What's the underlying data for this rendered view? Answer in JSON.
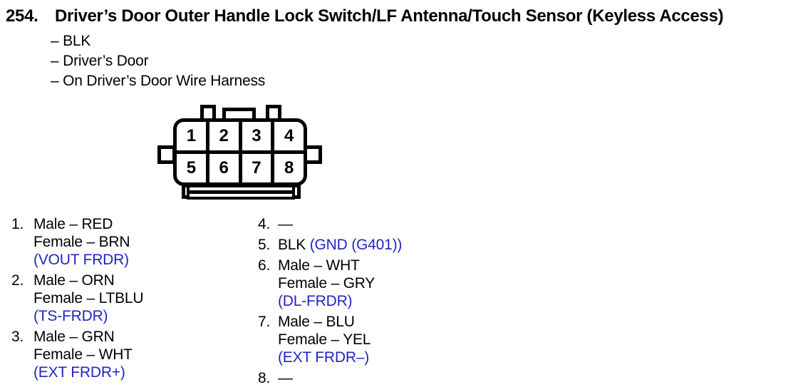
{
  "document": {
    "item_number": "254.",
    "title": "Driver’s Door Outer Handle Lock Switch/LF Antenna/Touch Sensor (Keyless Access)",
    "bullets": [
      "– BLK",
      "– Driver’s Door",
      "– On Driver’s Door Wire Harness"
    ]
  },
  "connector": {
    "description": "8-pin connector, 2 rows of 4 cavities",
    "pins": [
      "1",
      "2",
      "3",
      "4",
      "5",
      "6",
      "7",
      "8"
    ]
  },
  "pin_descriptions": {
    "left_column": [
      {
        "num": "1.",
        "lines": [
          [
            {
              "text": "Male – RED",
              "color": "black"
            }
          ],
          [
            {
              "text": "Female – BRN",
              "color": "black"
            }
          ],
          [
            {
              "text": "(VOUT FRDR)",
              "color": "blue"
            }
          ]
        ]
      },
      {
        "num": "2.",
        "lines": [
          [
            {
              "text": "Male – ORN",
              "color": "black"
            }
          ],
          [
            {
              "text": "Female – LTBLU",
              "color": "black"
            }
          ],
          [
            {
              "text": "(TS-FRDR)",
              "color": "blue"
            }
          ]
        ]
      },
      {
        "num": "3.",
        "lines": [
          [
            {
              "text": "Male – GRN",
              "color": "black"
            }
          ],
          [
            {
              "text": "Female – WHT",
              "color": "black"
            }
          ],
          [
            {
              "text": "(EXT FRDR+)",
              "color": "blue"
            }
          ]
        ]
      }
    ],
    "right_column": [
      {
        "num": "4.",
        "lines": [
          [
            {
              "text": "—",
              "color": "black"
            }
          ]
        ]
      },
      {
        "num": "5.",
        "lines": [
          [
            {
              "text": "BLK ",
              "color": "black"
            },
            {
              "text": "(GND (G401))",
              "color": "blue"
            }
          ]
        ]
      },
      {
        "num": "6.",
        "lines": [
          [
            {
              "text": "Male – WHT",
              "color": "black"
            }
          ],
          [
            {
              "text": "Female – GRY",
              "color": "black"
            }
          ],
          [
            {
              "text": "(DL-FRDR)",
              "color": "blue"
            }
          ]
        ]
      },
      {
        "num": "7.",
        "lines": [
          [
            {
              "text": "Male – BLU",
              "color": "black"
            }
          ],
          [
            {
              "text": "Female – YEL",
              "color": "black"
            }
          ],
          [
            {
              "text": "(EXT FRDR–)",
              "color": "blue"
            }
          ]
        ]
      },
      {
        "num": "8.",
        "lines": [
          [
            {
              "text": "—",
              "color": "black"
            }
          ]
        ]
      }
    ]
  },
  "colors": {
    "text": "#000000",
    "accent_blue": "#2424c2"
  }
}
